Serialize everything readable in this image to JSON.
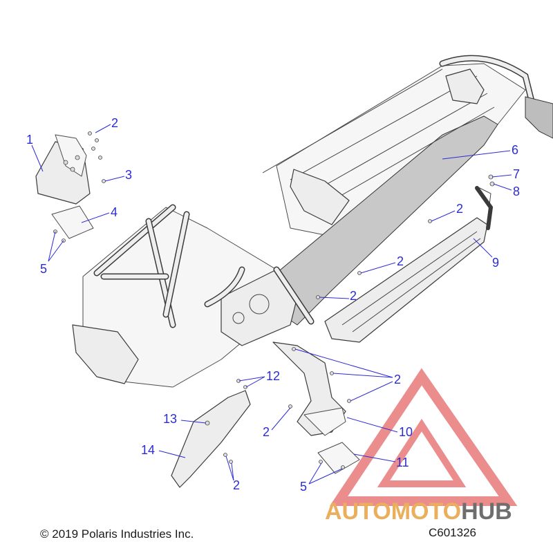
{
  "callouts": [
    {
      "label": "1"
    },
    {
      "label": "2"
    },
    {
      "label": "3"
    },
    {
      "label": "4"
    },
    {
      "label": "5"
    },
    {
      "label": "6"
    },
    {
      "label": "7"
    },
    {
      "label": "8"
    },
    {
      "label": "2"
    },
    {
      "label": "9"
    },
    {
      "label": "2"
    },
    {
      "label": "2"
    },
    {
      "label": "12"
    },
    {
      "label": "2"
    },
    {
      "label": "2"
    },
    {
      "label": "10"
    },
    {
      "label": "13"
    },
    {
      "label": "14"
    },
    {
      "label": "11"
    },
    {
      "label": "5"
    },
    {
      "label": "2"
    }
  ],
  "footer": {
    "copyright": "© 2019 Polaris Industries Inc.",
    "part_code": "C601326"
  },
  "watermark": {
    "brand_part1": "AUTOMOTO",
    "brand_part2": "HUB",
    "color_primary": "#e8a040",
    "color_secondary": "#e87a7a",
    "color_dark": "#555555"
  },
  "colors": {
    "callout": "#2b2bd6"
  }
}
